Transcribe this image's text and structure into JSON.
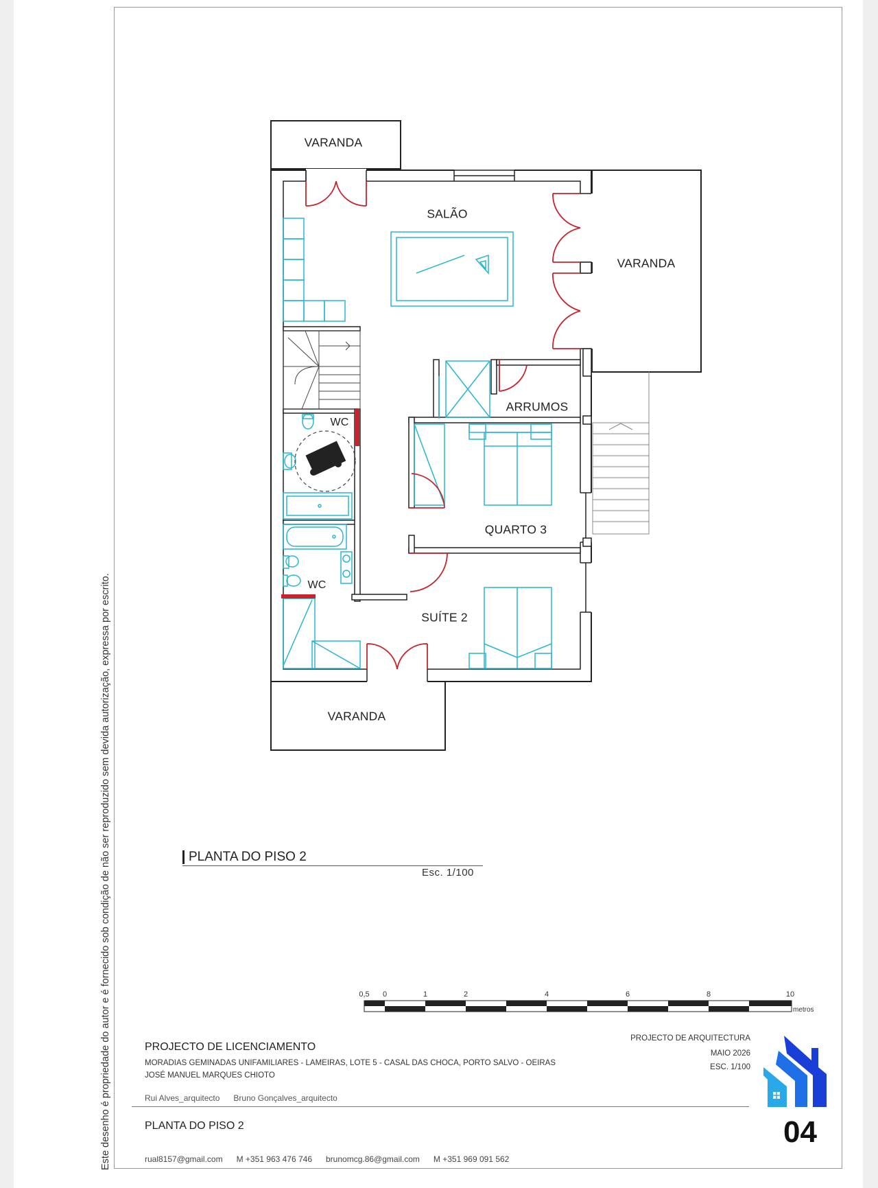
{
  "rooms": {
    "varanda_top": "VARANDA",
    "varanda_right": "VARANDA",
    "varanda_bottom": "VARANDA",
    "salao": "SALÃO",
    "arrumos": "ARRUMOS",
    "wc_upper": "WC",
    "wc_lower": "WC",
    "quarto3": "QUARTO 3",
    "suite2": "SUÍTE 2"
  },
  "drawing": {
    "title": "PLANTA DO PISO 2",
    "scale": "Esc.  1/100"
  },
  "scale_bar": {
    "labels": [
      "0,5",
      "0",
      "1",
      "2",
      "4",
      "6",
      "8",
      "10"
    ],
    "unit": "metros"
  },
  "title_block": {
    "project_type": "PROJECTO DE LICENCIAMENTO",
    "project_desc": "MORADIAS GEMINADAS UNIFAMILIARES - LAMEIRAS, LOTE 5 - CASAL DAS CHOCA, PORTO SALVO - OEIRAS",
    "client": "JOSÉ MANUEL MARQUES CHIOTO",
    "architects": "Rui Alves_arquitecto      Bruno Gonçalves_arquitecto",
    "specialty": "PROJECTO DE ARQUITECTURA",
    "date": "MAIO 2026",
    "scale": "ESC. 1/100",
    "sheet_title": "PLANTA DO PISO 2",
    "sheet_number": "04",
    "contacts": "rual8157@gmail.com      M +351 963 476 746      brunomcg.86@gmail.com      M +351 969 091 562"
  },
  "side_note": "Este desenho é propriedade do autor e é fornecido sob condição de não ser reproduzido sem devida autorização, expressa por escrito.",
  "colors": {
    "walls": "#222222",
    "furniture": "#27b7d0",
    "doors": "#c8232c",
    "logo_light": "#29a9e8",
    "logo_dark": "#1a3fd6"
  }
}
